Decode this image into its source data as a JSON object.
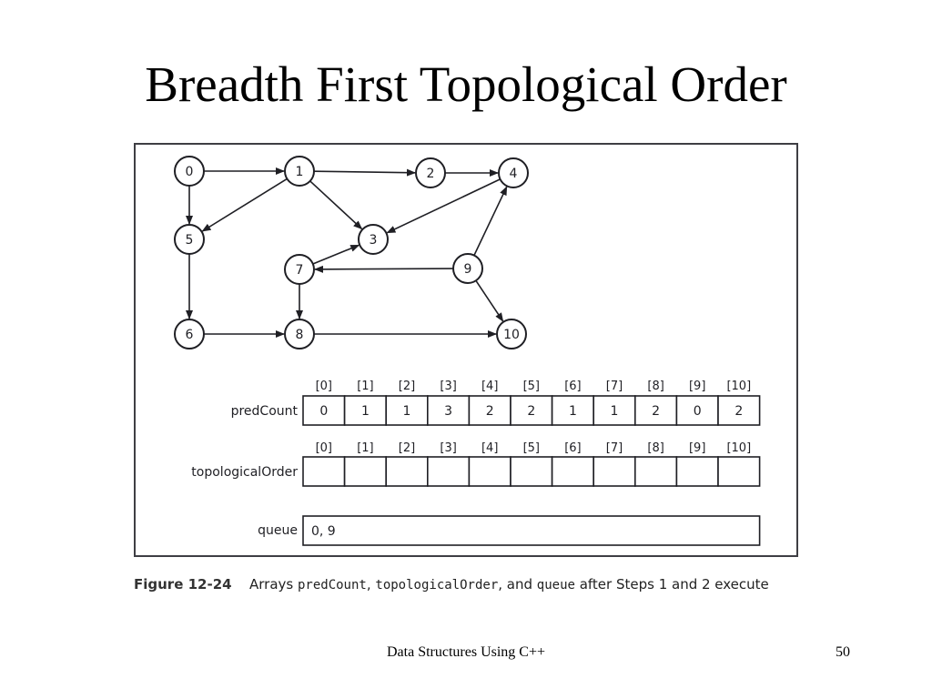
{
  "title": "Breadth First Topological Order",
  "graph": {
    "nodes": [
      {
        "id": "0",
        "label": "0"
      },
      {
        "id": "1",
        "label": "1"
      },
      {
        "id": "2",
        "label": "2"
      },
      {
        "id": "3",
        "label": "3"
      },
      {
        "id": "4",
        "label": "4"
      },
      {
        "id": "5",
        "label": "5"
      },
      {
        "id": "6",
        "label": "6"
      },
      {
        "id": "7",
        "label": "7"
      },
      {
        "id": "8",
        "label": "8"
      },
      {
        "id": "9",
        "label": "9"
      },
      {
        "id": "10",
        "label": "10"
      }
    ],
    "edges": [
      {
        "from": "0",
        "to": "1"
      },
      {
        "from": "0",
        "to": "5"
      },
      {
        "from": "1",
        "to": "2"
      },
      {
        "from": "1",
        "to": "3"
      },
      {
        "from": "1",
        "to": "5"
      },
      {
        "from": "2",
        "to": "4"
      },
      {
        "from": "4",
        "to": "3"
      },
      {
        "from": "5",
        "to": "6"
      },
      {
        "from": "6",
        "to": "8"
      },
      {
        "from": "7",
        "to": "3"
      },
      {
        "from": "7",
        "to": "8"
      },
      {
        "from": "8",
        "to": "10"
      },
      {
        "from": "9",
        "to": "4"
      },
      {
        "from": "9",
        "to": "7"
      },
      {
        "from": "9",
        "to": "10"
      }
    ]
  },
  "arrays": {
    "indices": [
      "[0]",
      "[1]",
      "[2]",
      "[3]",
      "[4]",
      "[5]",
      "[6]",
      "[7]",
      "[8]",
      "[9]",
      "[10]"
    ],
    "predCount": {
      "label": "predCount",
      "values": [
        "0",
        "1",
        "1",
        "3",
        "2",
        "2",
        "1",
        "1",
        "2",
        "0",
        "2"
      ]
    },
    "topologicalOrder": {
      "label": "topologicalOrder",
      "values": [
        "",
        "",
        "",
        "",
        "",
        "",
        "",
        "",
        "",
        "",
        ""
      ]
    },
    "queue": {
      "label": "queue",
      "value": "0,  9"
    }
  },
  "caption": {
    "label": "Figure 12-24",
    "text_parts": [
      {
        "text": "Arrays ",
        "code": false
      },
      {
        "text": "predCount",
        "code": true
      },
      {
        "text": ", ",
        "code": false
      },
      {
        "text": "topologicalOrder",
        "code": true
      },
      {
        "text": ", and ",
        "code": false
      },
      {
        "text": "queue",
        "code": true
      },
      {
        "text": " after Steps 1 and 2 execute",
        "code": false
      }
    ]
  },
  "footer": {
    "course": "Data Structures Using C++",
    "page": "50"
  },
  "colors": {
    "ink": "#1f1f24",
    "panel_border": "#3e3e44"
  }
}
